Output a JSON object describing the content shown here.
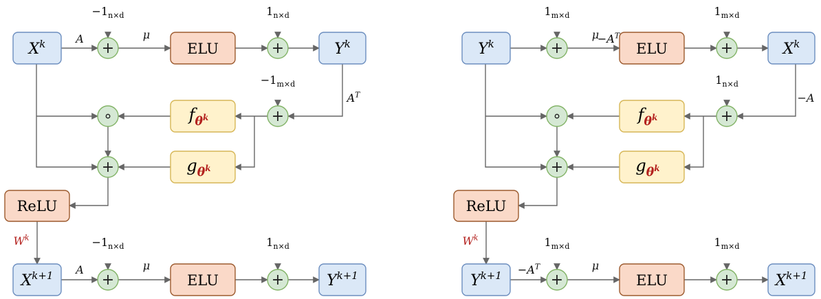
{
  "colors": {
    "blue_fill": "#dbe8f7",
    "blue_stroke": "#6c8ebf",
    "orange_fill": "#fad9c8",
    "orange_stroke": "#9c5a2e",
    "yellow_fill": "#fff2cc",
    "yellow_stroke": "#d6b656",
    "green_fill": "#d5e8d4",
    "green_stroke": "#82b366",
    "arrow": "#666666",
    "red_text": "#b3201d"
  },
  "left": {
    "x_k": {
      "base": "X",
      "sup": "k"
    },
    "y_k": {
      "base": "Y",
      "sup": "k"
    },
    "x_k1": {
      "base": "X",
      "sup": "k+1"
    },
    "y_k1": {
      "base": "Y",
      "sup": "k+1"
    },
    "elu_top": "ELU",
    "elu_bottom": "ELU",
    "relu": "ReLU",
    "f": {
      "base": "f",
      "sub": "θ",
      "subsup": "k"
    },
    "g": {
      "base": "g",
      "sub": "θ",
      "subsup": "k"
    },
    "edge_A_top": "A",
    "edge_mu_top": "μ",
    "edge_AT": {
      "base": "A",
      "sup": "T"
    },
    "edge_A_bottom": "A",
    "edge_mu_bottom": "μ",
    "weight": {
      "base": "W",
      "sup": "k"
    },
    "bias_top_1": {
      "pre": "−1",
      "sub": "n×d"
    },
    "bias_top_2": {
      "pre": "1",
      "sub": "n×d"
    },
    "bias_mid": {
      "pre": "−1",
      "sub": "m×d"
    },
    "bias_bot_1": {
      "pre": "−1",
      "sub": "n×d"
    },
    "bias_bot_2": {
      "pre": "1",
      "sub": "n×d"
    },
    "plus": "+",
    "circ": "∘"
  },
  "right": {
    "y_k": {
      "base": "Y",
      "sup": "k"
    },
    "x_k": {
      "base": "X",
      "sup": "k"
    },
    "y_k1": {
      "base": "Y",
      "sup": "k+1"
    },
    "x_k1": {
      "base": "X",
      "sup": "k+1"
    },
    "elu_top": "ELU",
    "elu_bottom": "ELU",
    "relu": "ReLU",
    "f": {
      "base": "f",
      "sub": "θ",
      "subsup": "k"
    },
    "g": {
      "base": "g",
      "sub": "θ",
      "subsup": "k"
    },
    "edge_AT_top": {
      "base": "−A",
      "sup": "T"
    },
    "edge_mu_top": "μ",
    "edge_negA": "−A",
    "edge_AT_bottom": {
      "base": "−A",
      "sup": "T"
    },
    "edge_mu_bottom": "μ",
    "weight": {
      "base": "W",
      "sup": "k"
    },
    "bias_top_1": {
      "pre": "1",
      "sub": "m×d"
    },
    "bias_top_2": {
      "pre": "1",
      "sub": "m×d"
    },
    "bias_mid": {
      "pre": "1",
      "sub": "n×d"
    },
    "bias_bot_1": {
      "pre": "1",
      "sub": "m×d"
    },
    "bias_bot_2": {
      "pre": "1",
      "sub": "m×d"
    },
    "plus": "+",
    "circ": "∘"
  }
}
